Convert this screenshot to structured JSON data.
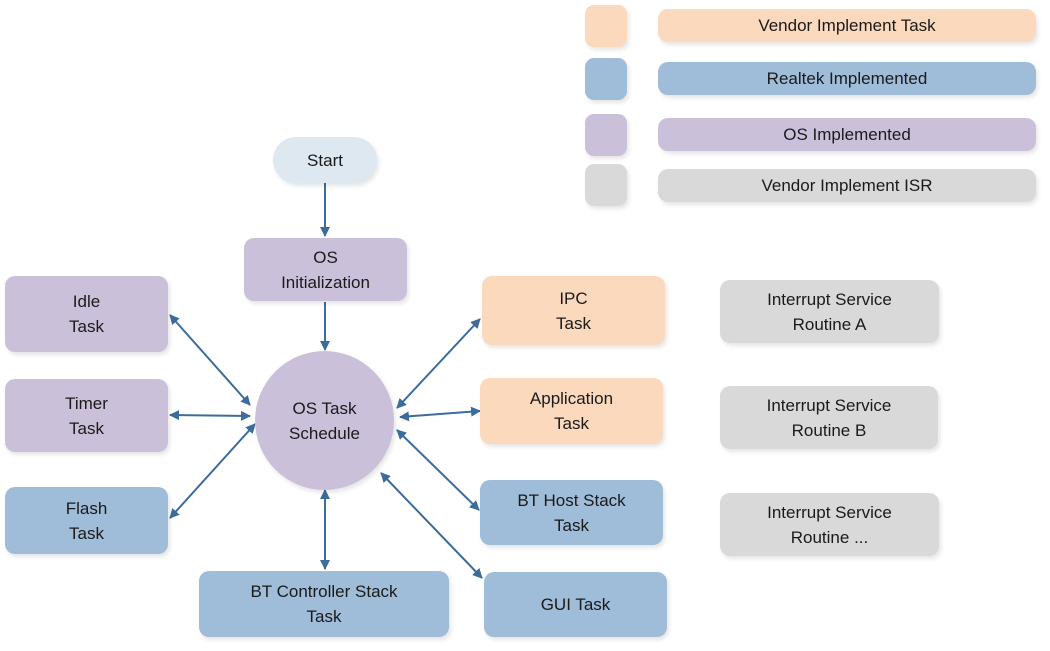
{
  "colors": {
    "vendor_task": "#fad9bd",
    "realtek": "#9fbcd8",
    "os": "#cbc0da",
    "vendor_isr": "#d9d9d9",
    "start": "#dde8f1",
    "arrow": "#3b6c9c"
  },
  "legend": [
    {
      "label": "Vendor Implement Task",
      "category": "vendor"
    },
    {
      "label": "Realtek Implemented",
      "category": "realtek"
    },
    {
      "label": "OS Implemented",
      "category": "os"
    },
    {
      "label": "Vendor Implement ISR",
      "category": "isr"
    }
  ],
  "nodes": {
    "start": {
      "lines": [
        "Start"
      ]
    },
    "os_init": {
      "lines": [
        "OS",
        "Initialization"
      ]
    },
    "schedule": {
      "lines": [
        "OS Task",
        "Schedule"
      ]
    },
    "idle": {
      "lines": [
        "Idle",
        "Task"
      ]
    },
    "timer": {
      "lines": [
        "Timer",
        "Task"
      ]
    },
    "flash": {
      "lines": [
        "Flash",
        "Task"
      ]
    },
    "bt_controller": {
      "lines": [
        "BT Controller Stack",
        "Task"
      ]
    },
    "ipc": {
      "lines": [
        "IPC",
        "Task"
      ]
    },
    "application": {
      "lines": [
        "Application",
        "Task"
      ]
    },
    "bt_host": {
      "lines": [
        "BT Host Stack",
        "Task"
      ]
    },
    "gui": {
      "lines": [
        "GUI Task"
      ]
    },
    "isr_a": {
      "lines": [
        "Interrupt Service",
        "Routine A"
      ]
    },
    "isr_b": {
      "lines": [
        "Interrupt Service",
        "Routine B"
      ]
    },
    "isr_n": {
      "lines": [
        "Interrupt Service",
        "Routine ..."
      ]
    }
  },
  "edges": [
    {
      "from": "start",
      "to": "os_init",
      "direction": "forward"
    },
    {
      "from": "os_init",
      "to": "schedule",
      "direction": "forward"
    },
    {
      "from": "schedule",
      "to": "idle",
      "direction": "both"
    },
    {
      "from": "schedule",
      "to": "timer",
      "direction": "both"
    },
    {
      "from": "schedule",
      "to": "flash",
      "direction": "both"
    },
    {
      "from": "schedule",
      "to": "bt_controller",
      "direction": "both"
    },
    {
      "from": "schedule",
      "to": "ipc",
      "direction": "both"
    },
    {
      "from": "schedule",
      "to": "application",
      "direction": "both"
    },
    {
      "from": "schedule",
      "to": "bt_host",
      "direction": "both"
    },
    {
      "from": "schedule",
      "to": "gui",
      "direction": "both"
    }
  ]
}
